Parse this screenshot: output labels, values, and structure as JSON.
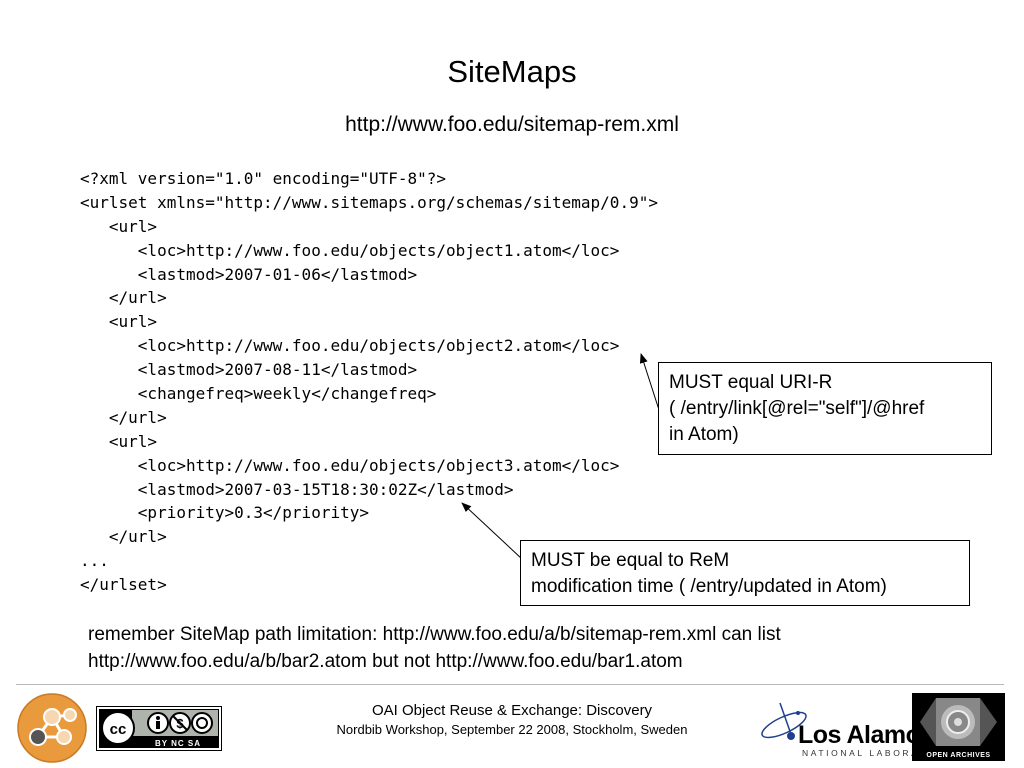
{
  "slide": {
    "title": "SiteMaps",
    "subtitle": "http://www.foo.edu/sitemap-rem.xml"
  },
  "code_lines": [
    "<?xml version=\"1.0\" encoding=\"UTF-8\"?>",
    "<urlset xmlns=\"http://www.sitemaps.org/schemas/sitemap/0.9\">",
    "   <url>",
    "      <loc>http://www.foo.edu/objects/object1.atom</loc>",
    "      <lastmod>2007-01-06</lastmod>",
    "   </url>",
    "   <url>",
    "      <loc>http://www.foo.edu/objects/object2.atom</loc>",
    "      <lastmod>2007-08-11</lastmod>",
    "      <changefreq>weekly</changefreq>",
    "   </url>",
    "   <url>",
    "      <loc>http://www.foo.edu/objects/object3.atom</loc>",
    "      <lastmod>2007-03-15T18:30:02Z</lastmod>",
    "      <priority>0.3</priority>",
    "   </url>",
    "...",
    "</urlset>"
  ],
  "callouts": {
    "uri": {
      "line1": "MUST equal URI-R",
      "line2": "( /entry/link[@rel=\"self\"]/@href",
      "line3": "in Atom)"
    },
    "modtime": {
      "line1": "MUST be equal to ReM",
      "line2": "modification time ( /entry/updated in Atom)"
    }
  },
  "note": {
    "line1": "remember SiteMap path limitation: http://www.foo.edu/a/b/sitemap-rem.xml can list",
    "line2": "http://www.foo.edu/a/b/bar2.atom but not http://www.foo.edu/bar1.atom"
  },
  "footer": {
    "line1": "OAI Object Reuse & Exchange: Discovery",
    "line2": "Nordbib Workshop, September 22 2008, Stockholm, Sweden",
    "cc_label": "BY  NC  SA",
    "lanl_name": "Los Alamos",
    "lanl_lab": "NATIONAL LABORATORY",
    "oa_label": "OPEN ARCHIVES"
  },
  "colors": {
    "ore_logo": "#e89a3c",
    "lanl_blue": "#1f3f8f"
  }
}
